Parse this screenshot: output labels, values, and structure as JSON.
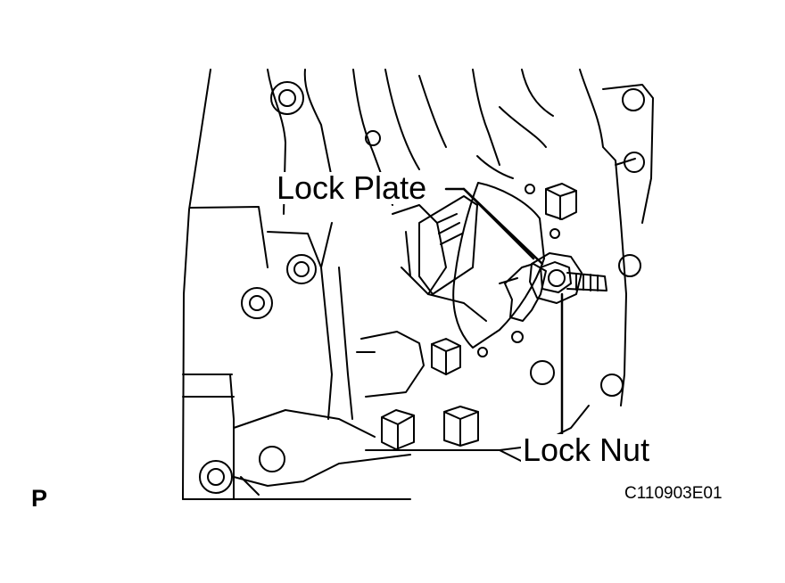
{
  "diagram": {
    "labels": {
      "lock_plate": "Lock Plate",
      "lock_nut": "Lock Nut"
    },
    "figure_code": "C110903E01",
    "position_marker": "P",
    "colors": {
      "line": "#000000",
      "background": "#ffffff"
    }
  }
}
